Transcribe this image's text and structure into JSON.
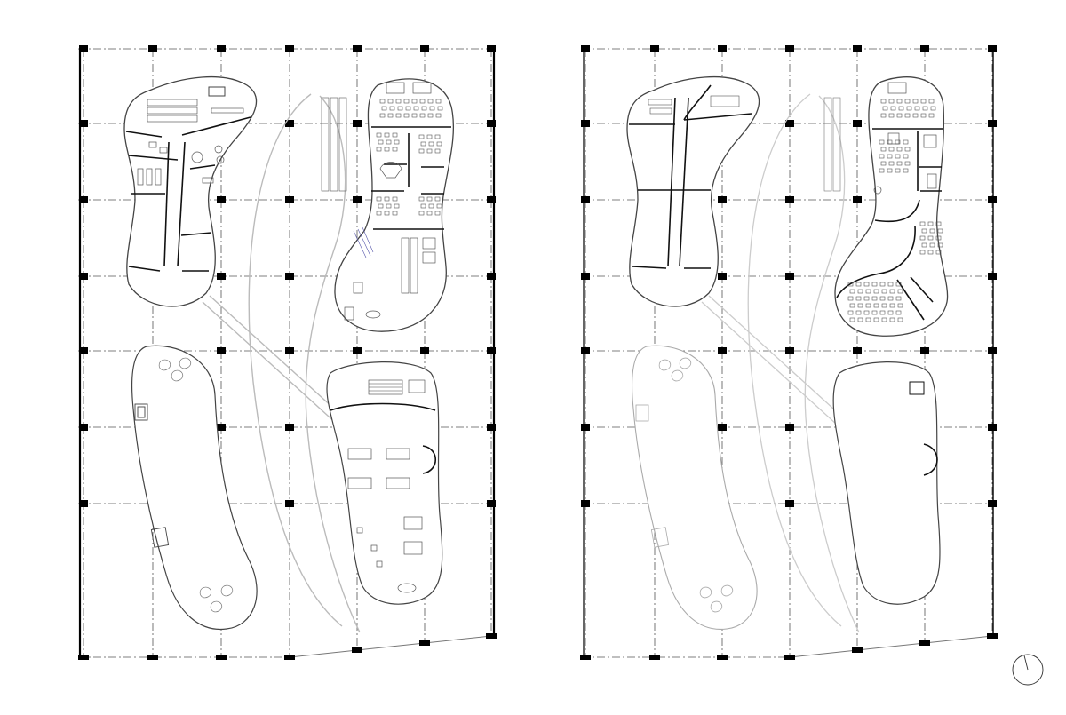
{
  "drawing": {
    "type": "architectural floor plans",
    "plan_count": 2,
    "colors": {
      "background": "#ffffff",
      "structure": "#000000",
      "walls": "#333333",
      "furniture": "#555555",
      "grid_lines": "#555555",
      "faded_outline": "#bbbbbb",
      "stair_accent": "#5555aa"
    },
    "icons": [
      "structural-column",
      "escalator",
      "stair",
      "desk",
      "chair",
      "north-arrow"
    ]
  }
}
